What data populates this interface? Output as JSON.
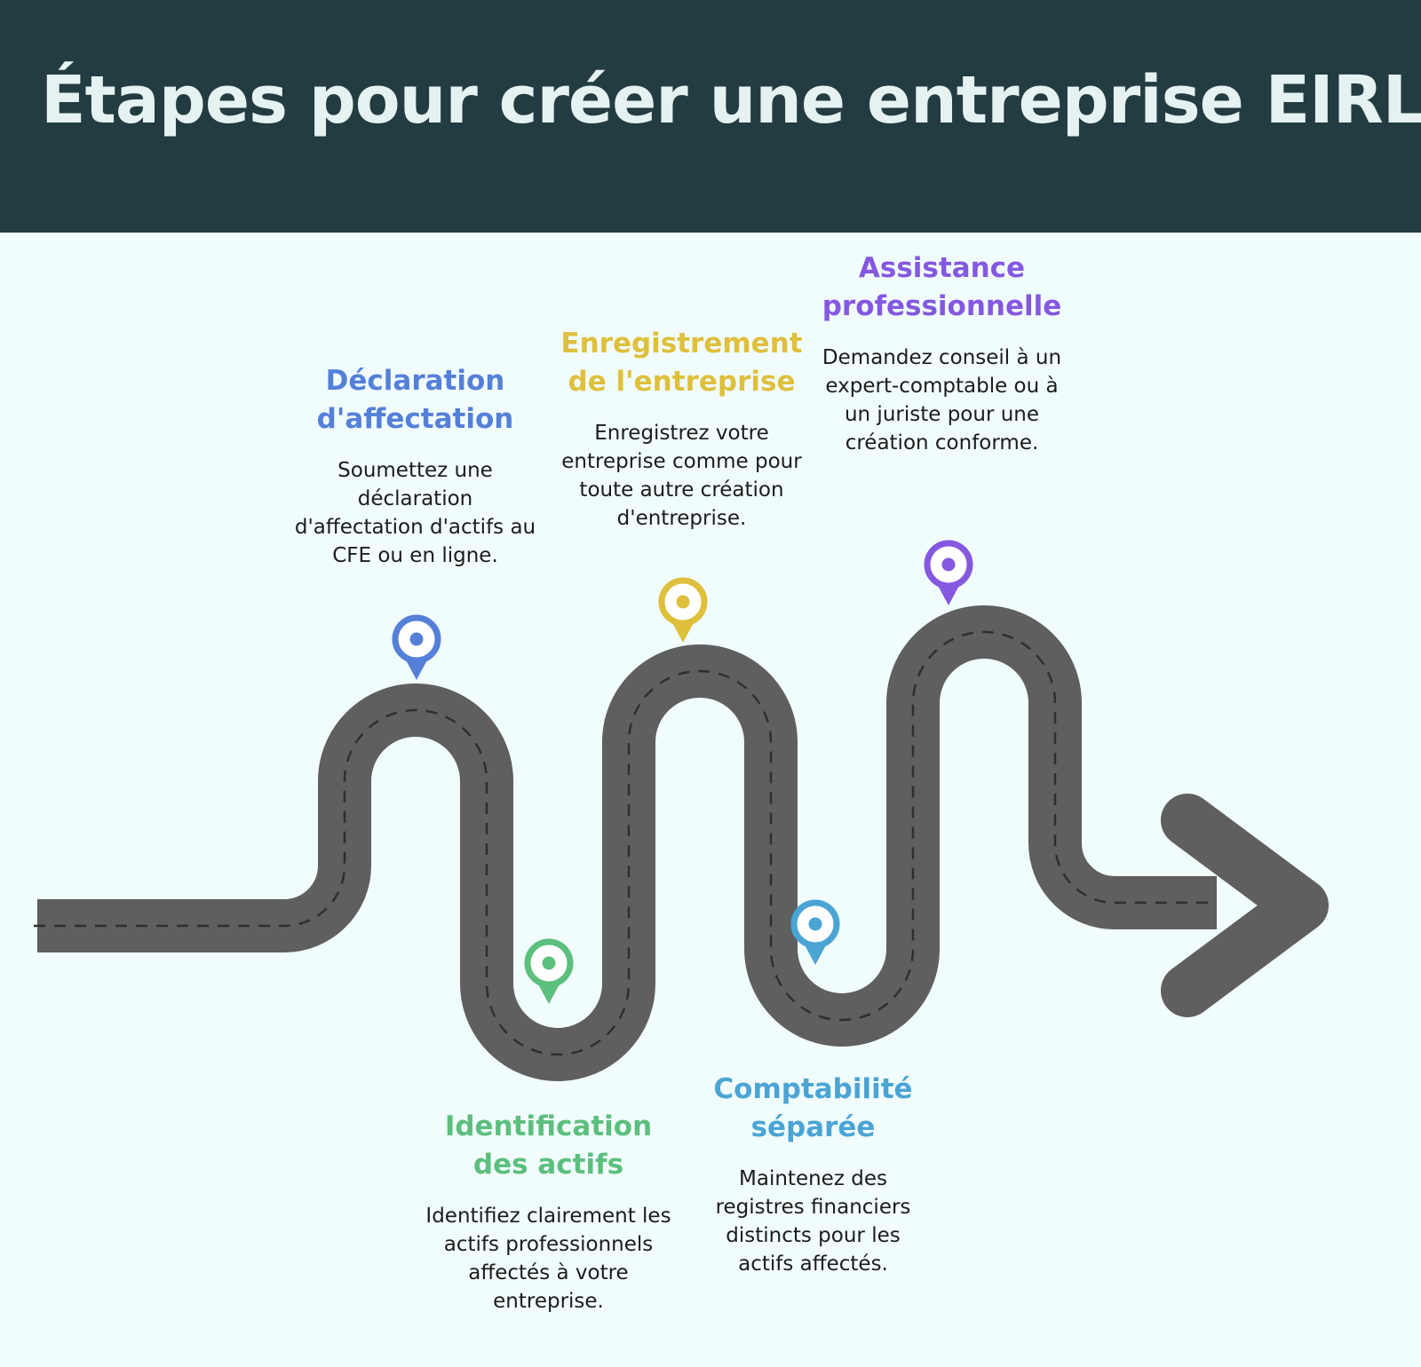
{
  "title": "Étapes pour créer une entreprise EIRL",
  "colors": {
    "header_bg": "#223c41",
    "title_text": "#e6f1f1",
    "page_bg": "#f1fcfd",
    "road": "#5f5f5f",
    "road_dash": "#2f2f2f"
  },
  "steps": [
    {
      "title": "Déclaration d'affectation",
      "description": "Soumettez une déclaration d'affectation d'actifs au CFE ou en ligne.",
      "color": "#5580d9",
      "icon": "location-pin-icon"
    },
    {
      "title": "Identification des actifs",
      "description": "Identifiez clairement les actifs professionnels affectés à votre entreprise.",
      "color": "#5cbf7d",
      "icon": "location-pin-icon"
    },
    {
      "title": "Enregistrement de l'entreprise",
      "description": "Enregistrez votre entreprise comme pour toute autre création d'entreprise.",
      "color": "#dfc03c",
      "icon": "location-pin-icon"
    },
    {
      "title": "Comptabilité séparée",
      "description": "Maintenez des registres financiers distincts pour les actifs affectés.",
      "color": "#4aa4d4",
      "icon": "location-pin-icon"
    },
    {
      "title": "Assistance professionnelle",
      "description": "Demandez conseil à un expert-comptable ou à un juriste pour une création conforme.",
      "color": "#8558e0",
      "icon": "location-pin-icon"
    }
  ],
  "arrow_icon": "arrow-right-icon"
}
